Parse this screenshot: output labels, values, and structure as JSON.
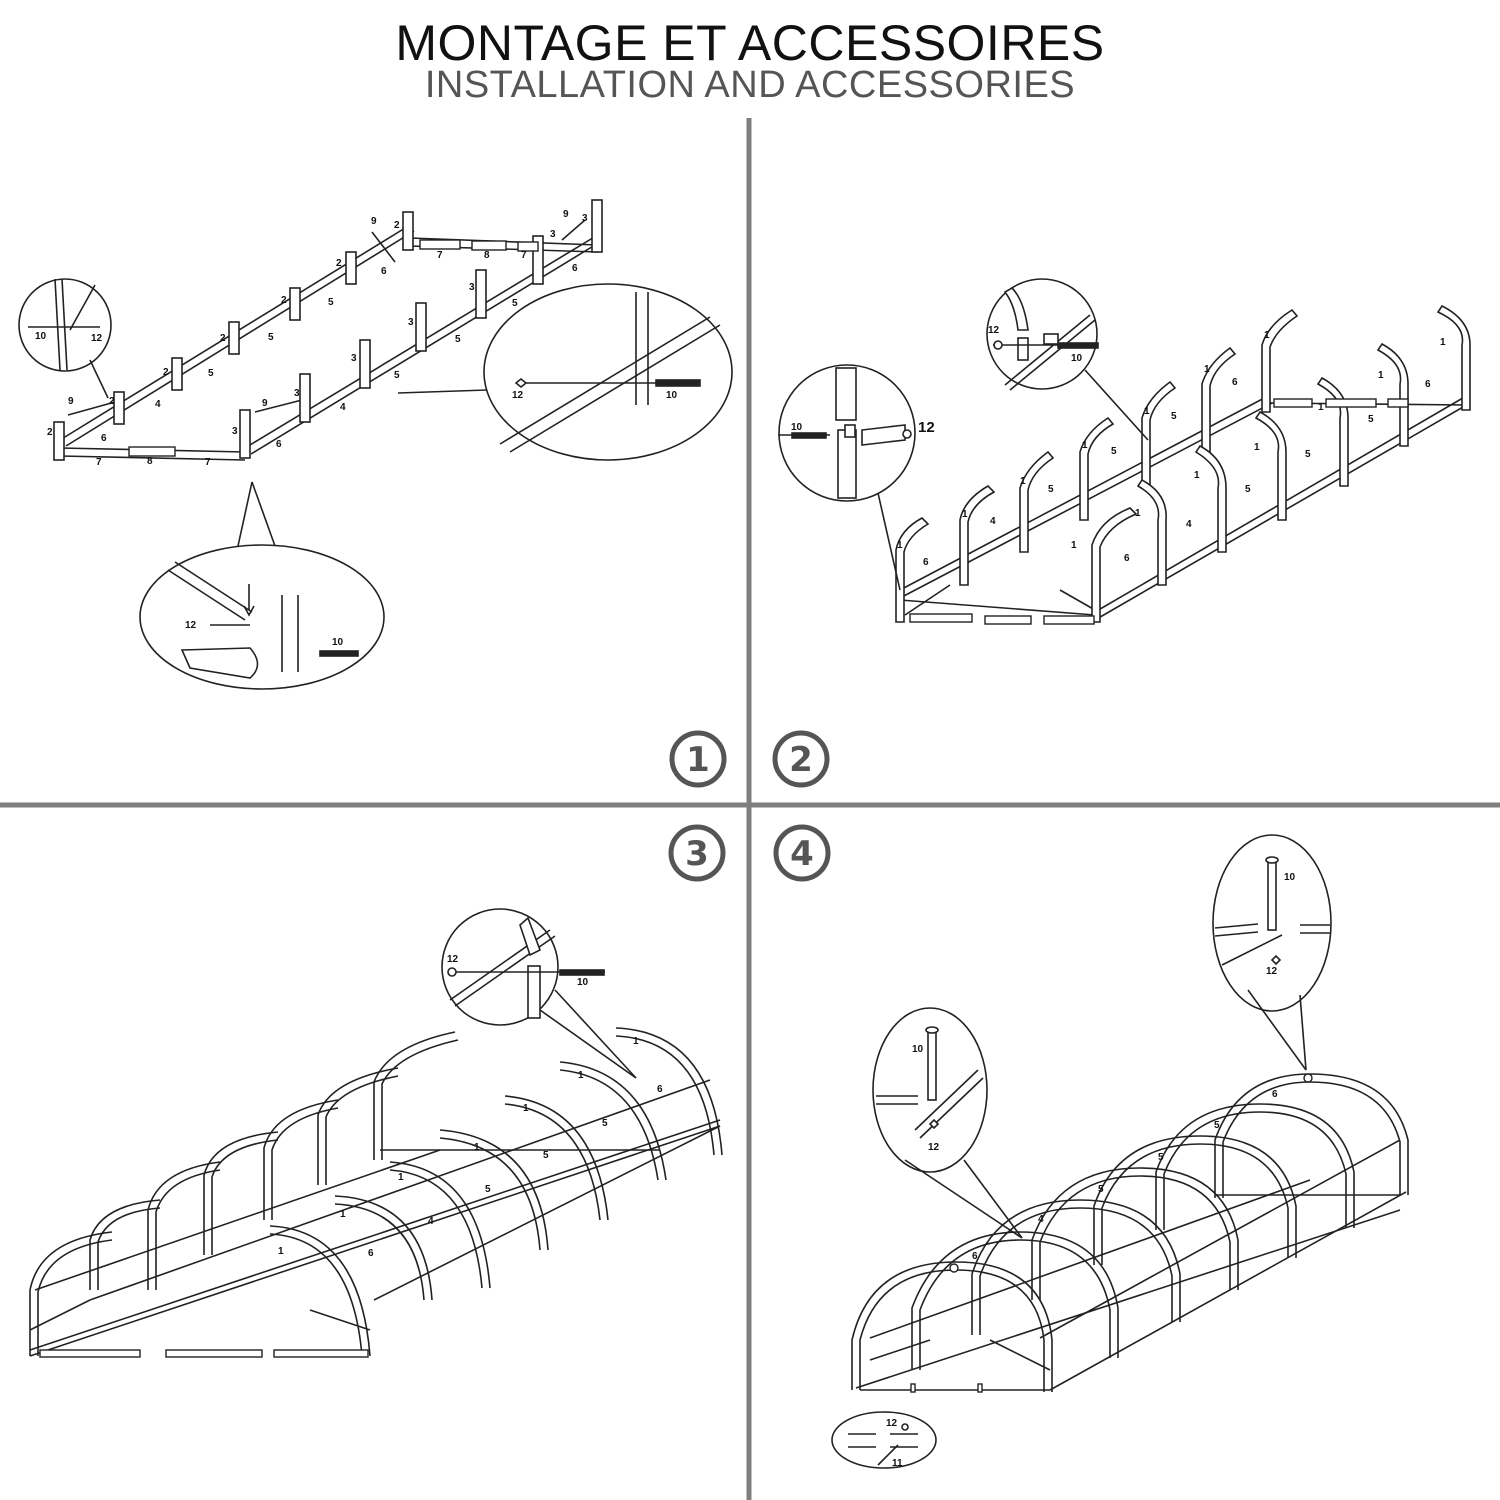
{
  "header": {
    "title_fr": "MONTAGE ET ACCESSOIRES",
    "title_en": "INSTALLATION AND ACCESSORIES"
  },
  "steps": [
    {
      "number": "1"
    },
    {
      "number": "2"
    },
    {
      "number": "3"
    },
    {
      "number": "4"
    }
  ],
  "part_labels": {
    "p1": "1",
    "p2": "2",
    "p3": "3",
    "p4": "4",
    "p5": "5",
    "p6": "6",
    "p7": "7",
    "p8": "8",
    "p9": "9",
    "p10": "10",
    "p11": "11",
    "p12": "12"
  },
  "colors": {
    "divider": "#7f7f7f",
    "line": "#222222",
    "badge": "#555555"
  }
}
